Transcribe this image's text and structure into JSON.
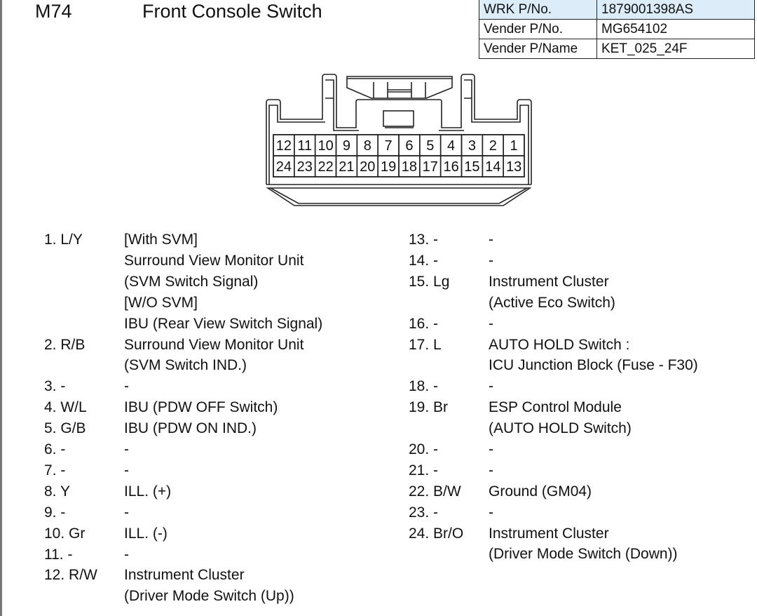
{
  "header": {
    "code": "M74",
    "title": "Front Console Switch"
  },
  "parts_table": [
    {
      "label": "WRK P/No.",
      "value": "1879001398AS"
    },
    {
      "label": "Vender P/No.",
      "value": "MG654102"
    },
    {
      "label": "Vender P/Name",
      "value": "KET_025_24F"
    }
  ],
  "connector": {
    "top_row": [
      "12",
      "11",
      "10",
      "9",
      "8",
      "7",
      "6",
      "5",
      "4",
      "3",
      "2",
      "1"
    ],
    "bottom_row": [
      "24",
      "23",
      "22",
      "21",
      "20",
      "19",
      "18",
      "17",
      "16",
      "15",
      "14",
      "13"
    ]
  },
  "pins_left": [
    {
      "pin": "1. L/Y",
      "lines": [
        "[With SVM]",
        "Surround View Monitor Unit",
        "(SVM Switch Signal)",
        "[W/O SVM]",
        "IBU (Rear View Switch Signal)"
      ]
    },
    {
      "pin": "2. R/B",
      "lines": [
        "Surround View Monitor Unit",
        "(SVM Switch IND.)"
      ]
    },
    {
      "pin": "3. -",
      "lines": [
        "-"
      ]
    },
    {
      "pin": "4. W/L",
      "lines": [
        "IBU (PDW OFF Switch)"
      ]
    },
    {
      "pin": "5. G/B",
      "lines": [
        "IBU (PDW ON IND.)"
      ]
    },
    {
      "pin": "6. -",
      "lines": [
        "-"
      ]
    },
    {
      "pin": "7. -",
      "lines": [
        "-"
      ]
    },
    {
      "pin": "8. Y",
      "lines": [
        "ILL. (+)"
      ]
    },
    {
      "pin": "9. -",
      "lines": [
        "-"
      ]
    },
    {
      "pin": "10. Gr",
      "lines": [
        "ILL. (-)"
      ]
    },
    {
      "pin": "11. -",
      "lines": [
        "-"
      ]
    },
    {
      "pin": "12. R/W",
      "lines": [
        "Instrument Cluster",
        "(Driver Mode Switch (Up))"
      ]
    }
  ],
  "pins_right": [
    {
      "pin": "13. -",
      "lines": [
        "-"
      ]
    },
    {
      "pin": "14. -",
      "lines": [
        "-"
      ]
    },
    {
      "pin": "15. Lg",
      "lines": [
        "Instrument Cluster",
        "(Active Eco Switch)"
      ]
    },
    {
      "pin": "16. -",
      "lines": [
        "-"
      ]
    },
    {
      "pin": "17. L",
      "lines": [
        "AUTO HOLD Switch :",
        "ICU Junction Block (Fuse - F30)"
      ]
    },
    {
      "pin": "18. -",
      "lines": [
        "-"
      ]
    },
    {
      "pin": "19. Br",
      "lines": [
        "ESP Control Module",
        "(AUTO HOLD Switch)"
      ]
    },
    {
      "pin": "20. -",
      "lines": [
        "-"
      ]
    },
    {
      "pin": "21. -",
      "lines": [
        "-"
      ]
    },
    {
      "pin": "22. B/W",
      "lines": [
        "Ground (GM04)"
      ]
    },
    {
      "pin": "23. -",
      "lines": [
        "-"
      ]
    },
    {
      "pin": "24. Br/O",
      "lines": [
        "Instrument Cluster",
        "(Driver Mode Switch (Down))"
      ]
    }
  ]
}
